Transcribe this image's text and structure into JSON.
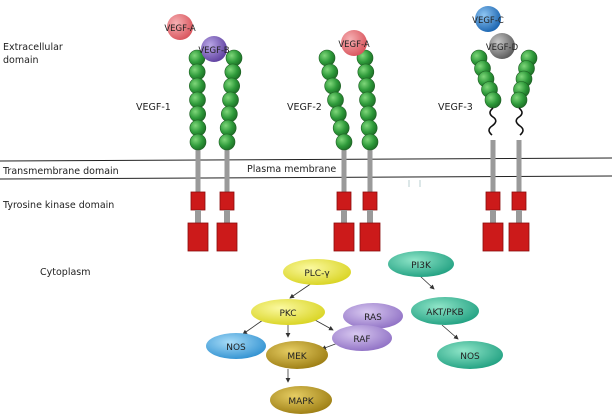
{
  "labels": {
    "extracellular": [
      "Extracellular",
      "domain"
    ],
    "transmembrane": "Transmembrane domain",
    "plasma_membrane": "Plasma membrane",
    "tyrosine_kinase": "Tyrosine kinase domain",
    "cytoplasm": "Cytoplasm"
  },
  "receptors": [
    {
      "name": "VEGF-1",
      "ligands": [
        "VEGF-A",
        "VEGF-B"
      ]
    },
    {
      "name": "VEGF-2",
      "ligands": [
        "VEGF-A"
      ]
    },
    {
      "name": "VEGF-3",
      "ligands": [
        "VEGF-C",
        "VEGF-D"
      ]
    }
  ],
  "signaling": {
    "plc": "PLC-γ",
    "pkc": "PKC",
    "nos_left": "NOS",
    "mek": "MEK",
    "mapk": "MAPK",
    "ras": "RAS",
    "raf": "RAF",
    "pi3k": "PI3K",
    "akt": "AKT/PKB",
    "nos_right": "NOS"
  },
  "colors": {
    "domain_green": "#2e9a3a",
    "kinase_red": "#cc1a1a",
    "vegf_a": "#e06a70",
    "vegf_b": "#7a5cb8",
    "vegf_c": "#2a7ed0",
    "vegf_d": "#8a8a8a",
    "plc_pkc": "#e6e23a",
    "mek_mapk": "#b89820",
    "ras_raf": "#a58ad0",
    "nos_left": "#4aa8e0",
    "pi3k_akt_nos": "#2ab896"
  }
}
